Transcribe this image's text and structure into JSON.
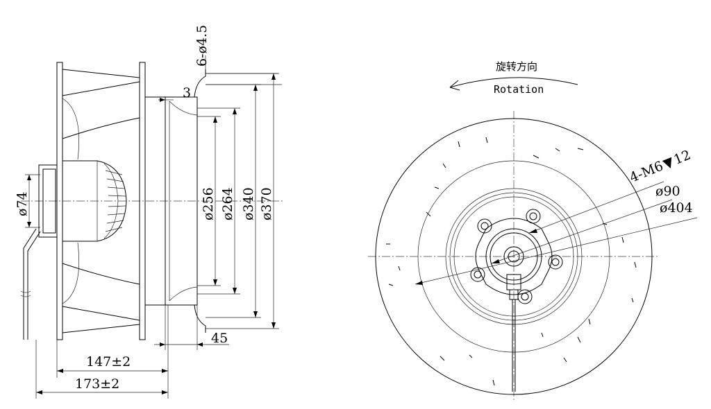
{
  "side_view": {
    "hole_spec": "6-ø4.5",
    "flange_thickness": "3",
    "dia_256": "ø256",
    "dia_264": "ø264",
    "dia_340": "ø340",
    "dia_370": "ø370",
    "dia_74": "ø74",
    "inlet_depth": "45",
    "length_147": "147±2",
    "length_173": "173±2"
  },
  "front_view": {
    "rotation_cn": "旋转方向",
    "rotation_en": "Rotation",
    "thread_spec": "4-M6",
    "thread_depth": "12",
    "dia_90": "ø90",
    "dia_404": "ø404"
  }
}
